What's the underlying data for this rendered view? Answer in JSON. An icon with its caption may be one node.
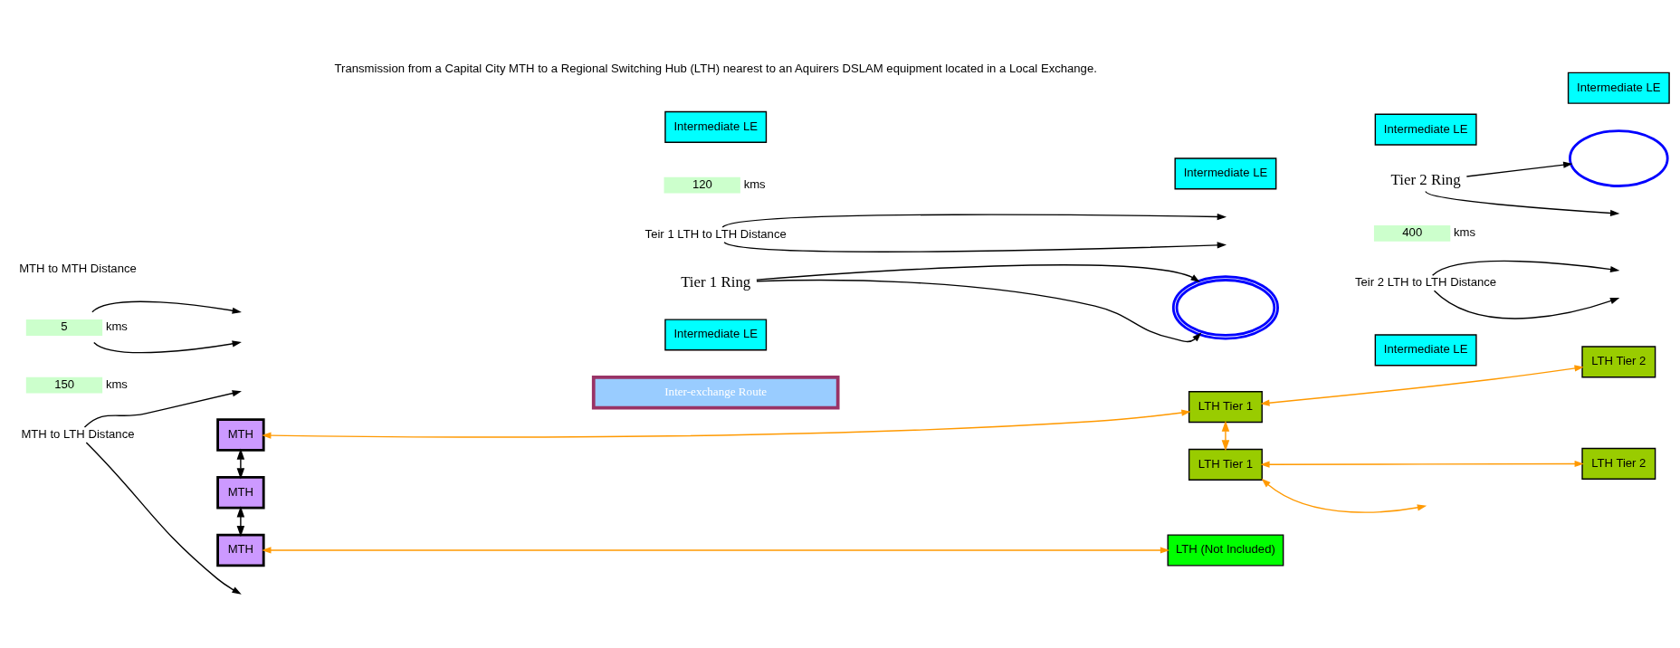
{
  "diagram": {
    "nodes": [
      {
        "text": [
          "Inter-exchange Route"
        ]
      },
      {
        "text": [
          "Intermediate LE"
        ]
      },
      {
        "text": [
          "MTH to LTH Distance"
        ]
      },
      {
        "text": [
          "150"
        ],
        "beside": [
          "kms"
        ]
      },
      {
        "text": [
          "Intermediate LE"
        ]
      },
      {
        "text": [
          "LTH Tier 1"
        ]
      },
      {
        "text": [
          "LTH Tier 2"
        ]
      },
      {
        "text": [
          "MTH"
        ]
      },
      {
        "text": [
          "Tier 1 Ring"
        ]
      },
      {
        "text": [
          "Teir 2 LTH to LTH Distance"
        ]
      },
      {
        "text": [
          "400"
        ],
        "beside": [
          "kms"
        ]
      },
      {
        "text": [
          "Tier 2 Ring"
        ]
      },
      {
        "text": [
          "5"
        ],
        "beside": [
          "kms"
        ]
      },
      {
        "text": [
          "Intermediate LE"
        ]
      },
      {
        "text": [
          "Teir 1 LTH to LTH Distance"
        ]
      },
      {
        "text": [
          "120"
        ],
        "beside": [
          "kms"
        ]
      },
      {
        "text": [
          "MTH"
        ]
      },
      {
        "text": [
          "LTH Tier 1"
        ]
      },
      {
        "text": [
          "MTH"
        ]
      },
      {
        "text": [
          "Intermediate LE"
        ]
      },
      {
        "text": [
          "LTH Tier 2"
        ]
      },
      {
        "text": [
          "Intermediate LE"
        ]
      },
      {
        "text": [
          "Intermediate LE"
        ]
      },
      {
        "text": [
          "LTH (Not Included)"
        ]
      },
      {
        "text": [],
        "shape": "ellipse"
      },
      {
        "text": [],
        "shape": "ellipse"
      }
    ],
    "edges": [
      {
        "from": 2,
        "to": null,
        "arrow": "to"
      },
      {
        "from": 2,
        "to": null,
        "arrow": "to"
      },
      {
        "from": 7,
        "to": 5,
        "arrow": "both",
        "color": "#ff9900"
      },
      {
        "from": 5,
        "to": 6,
        "arrow": "both",
        "color": "#ff9900"
      },
      {
        "from": 8,
        "to": 24,
        "arrow": "to"
      },
      {
        "from": 8,
        "to": 24,
        "arrow": "to"
      },
      {
        "from": 9,
        "to": null,
        "arrow": "to"
      },
      {
        "from": 9,
        "to": null,
        "arrow": "to"
      },
      {
        "from": 11,
        "to": null,
        "arrow": "to"
      },
      {
        "from": 11,
        "to": 25,
        "arrow": "to"
      },
      {
        "from": 12,
        "to": null,
        "arrow": "to"
      },
      {
        "from": 12,
        "to": null,
        "arrow": "to"
      },
      {
        "from": 7,
        "to": 16,
        "arrow": "both"
      },
      {
        "from": 16,
        "to": 18,
        "arrow": "both"
      },
      {
        "from": 14,
        "to": null,
        "arrow": "to"
      },
      {
        "from": 14,
        "to": null,
        "arrow": "to"
      },
      {
        "from": 5,
        "to": 17,
        "arrow": "both",
        "color": "#ff9900"
      },
      {
        "from": 17,
        "to": 20,
        "arrow": "both",
        "color": "#ff9900"
      },
      {
        "from": 17,
        "to": null,
        "arrow": "both",
        "color": "#ff9900"
      },
      {
        "from": 18,
        "to": 23,
        "arrow": "both",
        "color": "#ff9900"
      }
    ],
    "labels": [
      "Transmission from a Capital City MTH to a Regional Switching Hub (LTH) nearest to an Aquirers DSLAM equipment located in a Local Exchange.",
      "MTH to MTH Distance"
    ]
  }
}
